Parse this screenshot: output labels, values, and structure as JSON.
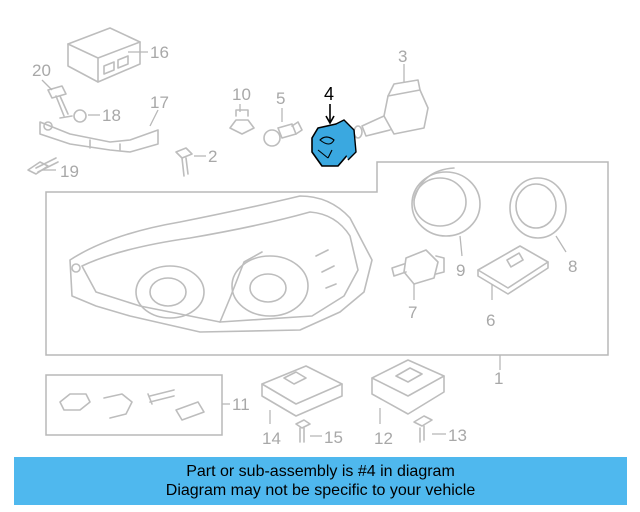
{
  "diagram": {
    "callouts": {
      "c1": "1",
      "c2": "2",
      "c3": "3",
      "c4": "4",
      "c5": "5",
      "c6": "6",
      "c7": "7",
      "c8": "8",
      "c9": "9",
      "c10": "10",
      "c11": "11",
      "c12": "12",
      "c13": "13",
      "c14": "14",
      "c15": "15",
      "c16": "16",
      "c17": "17",
      "c18": "18",
      "c19": "19",
      "c20": "20"
    },
    "highlight_color": "#3aa8e0",
    "line_color": "#bdbdbd"
  },
  "banner": {
    "line1": "Part or sub-assembly is #4 in diagram",
    "line2": "Diagram may not be specific to your vehicle",
    "color": "#4fb8ee"
  }
}
